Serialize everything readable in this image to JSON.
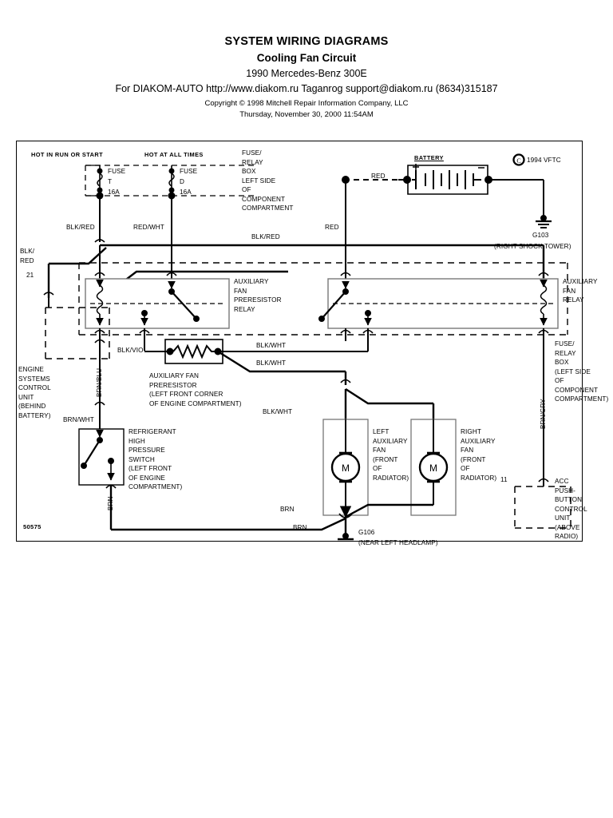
{
  "header": {
    "title": "SYSTEM WIRING DIAGRAMS",
    "subtitle": "Cooling Fan Circuit",
    "vehicle": "1990 Mercedes-Benz 300E",
    "distributor": "For DIAKOM-AUTO http://www.diakom.ru Taganrog support@diakom.ru (8634)315187",
    "copyright": "Copyright © 1998 Mitchell Repair Information Company, LLC",
    "timestamp": "Thursday, November 30, 2000  11:54AM"
  },
  "diagram": {
    "figure_number": "50575",
    "copyright_mark": "1994 VFTC",
    "power_sources": {
      "hot_in_run_or_start": "HOT IN RUN OR START",
      "hot_at_all_times": "HOT AT ALL TIMES"
    },
    "fuses": [
      {
        "name": "FUSE",
        "id": "T",
        "rating": "16A"
      },
      {
        "name": "FUSE",
        "id": "D",
        "rating": "16A"
      }
    ],
    "boxes": {
      "fuse_relay_box_top": "FUSE/\nRELAY\nBOX\nLEFT SIDE\nOF\nCOMPONENT\nCOMPARTMENT",
      "fuse_relay_box_right": "FUSE/\nRELAY\nBOX\n(LEFT SIDE\nOF\nCOMPONENT\nCOMPARTMENT)"
    },
    "components": {
      "battery": "BATTERY",
      "battery_positive": "+",
      "battery_negative": "-",
      "ground_g103": "G103",
      "ground_g103_location": "(RIGHT SHOCK TOWER)",
      "ground_g106": "G106",
      "ground_g106_location": "(NEAR LEFT HEADLAMP)",
      "engine_control_unit": "ENGINE\nSYSTEMS\nCONTROL\nUNIT\n(BEHIND\nBATTERY)",
      "ecu_pin": "21",
      "aux_fan_preresistor_relay": "AUXILIARY\nFAN\nPRERESISTOR\nRELAY",
      "aux_fan_relay": "AUXILIARY\nFAN\nRELAY",
      "aux_fan_preresistor": "AUXILIARY FAN\nPRERESISTOR\n(LEFT FRONT CORNER\nOF ENGINE COMPARTMENT)",
      "refrigerant_switch": "REFRIGERANT\nHIGH\nPRESSURE\nSWITCH\n(LEFT FRONT\nOF ENGINE\nCOMPARTMENT)",
      "left_aux_fan": "LEFT\nAUXILIARY\nFAN\n(FRONT\nOF\nRADIATOR)",
      "right_aux_fan": "RIGHT\nAUXILIARY\nFAN\n(FRONT\nOF\nRADIATOR)",
      "motor_symbol": "M",
      "acc_control_unit": "ACC\nPUSH-\nBUTTON\nCONTROL\nUNIT\n(ABOVE\nRADIO)",
      "acc_pin": "11"
    },
    "wire_labels": {
      "blk_red_left": "BLK/RED",
      "red_wht": "RED/WHT",
      "blk_red_bus": "BLK/RED",
      "red_battery": "RED",
      "red_vertical": "RED",
      "blk_red_ecu": "BLK/\nRED",
      "brn_blu": "BRN/BLU",
      "blk_vio": "BLK/VIO",
      "blk_wht_upper": "BLK/WHT",
      "blk_wht_lower": "BLK/WHT",
      "blk_wht_motor": "BLK/WHT",
      "brn_wht": "BRN/WHT",
      "brn_switch": "BRN",
      "brn_left_motor": "BRN",
      "brn_ground": "BRN",
      "brn_gry": "BRN/GRY"
    }
  }
}
